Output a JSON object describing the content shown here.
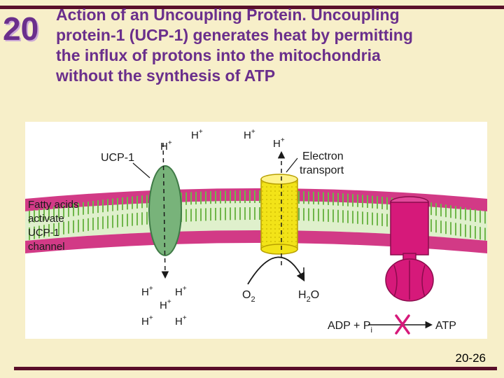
{
  "slide": {
    "chapter_number": "20",
    "title_lines": [
      "Action of an Uncoupling Protein. Uncoupling",
      "protein-1 (UCP-1) generates heat by permitting",
      "the influx of protons into the mitochondria",
      "without the synthesis of ATP"
    ],
    "page_number": "20-26"
  },
  "figure": {
    "labels": {
      "ucp1": "UCP-1",
      "fatty_acids": [
        "Fatty acids",
        "activate",
        "UCP-1",
        "channel"
      ],
      "electron_transport": [
        "Electron",
        "transport"
      ],
      "proton": "H",
      "proton_charge": "+",
      "o2": "O",
      "o2_sub": "2",
      "h2o_h": "H",
      "h2o_sub": "2",
      "h2o_o": "O",
      "adp_pi": "ADP + P",
      "adp_pi_sub": "i",
      "atp": "ATP"
    },
    "colors": {
      "membrane_head": "#d23a86",
      "membrane_tail": "#6fb64a",
      "ucp1_channel": "#78b37a",
      "electron_transport_complex": "#f2e318",
      "atp_synthase": "#d6197a",
      "inhibition_mark": "#d6197a"
    }
  }
}
